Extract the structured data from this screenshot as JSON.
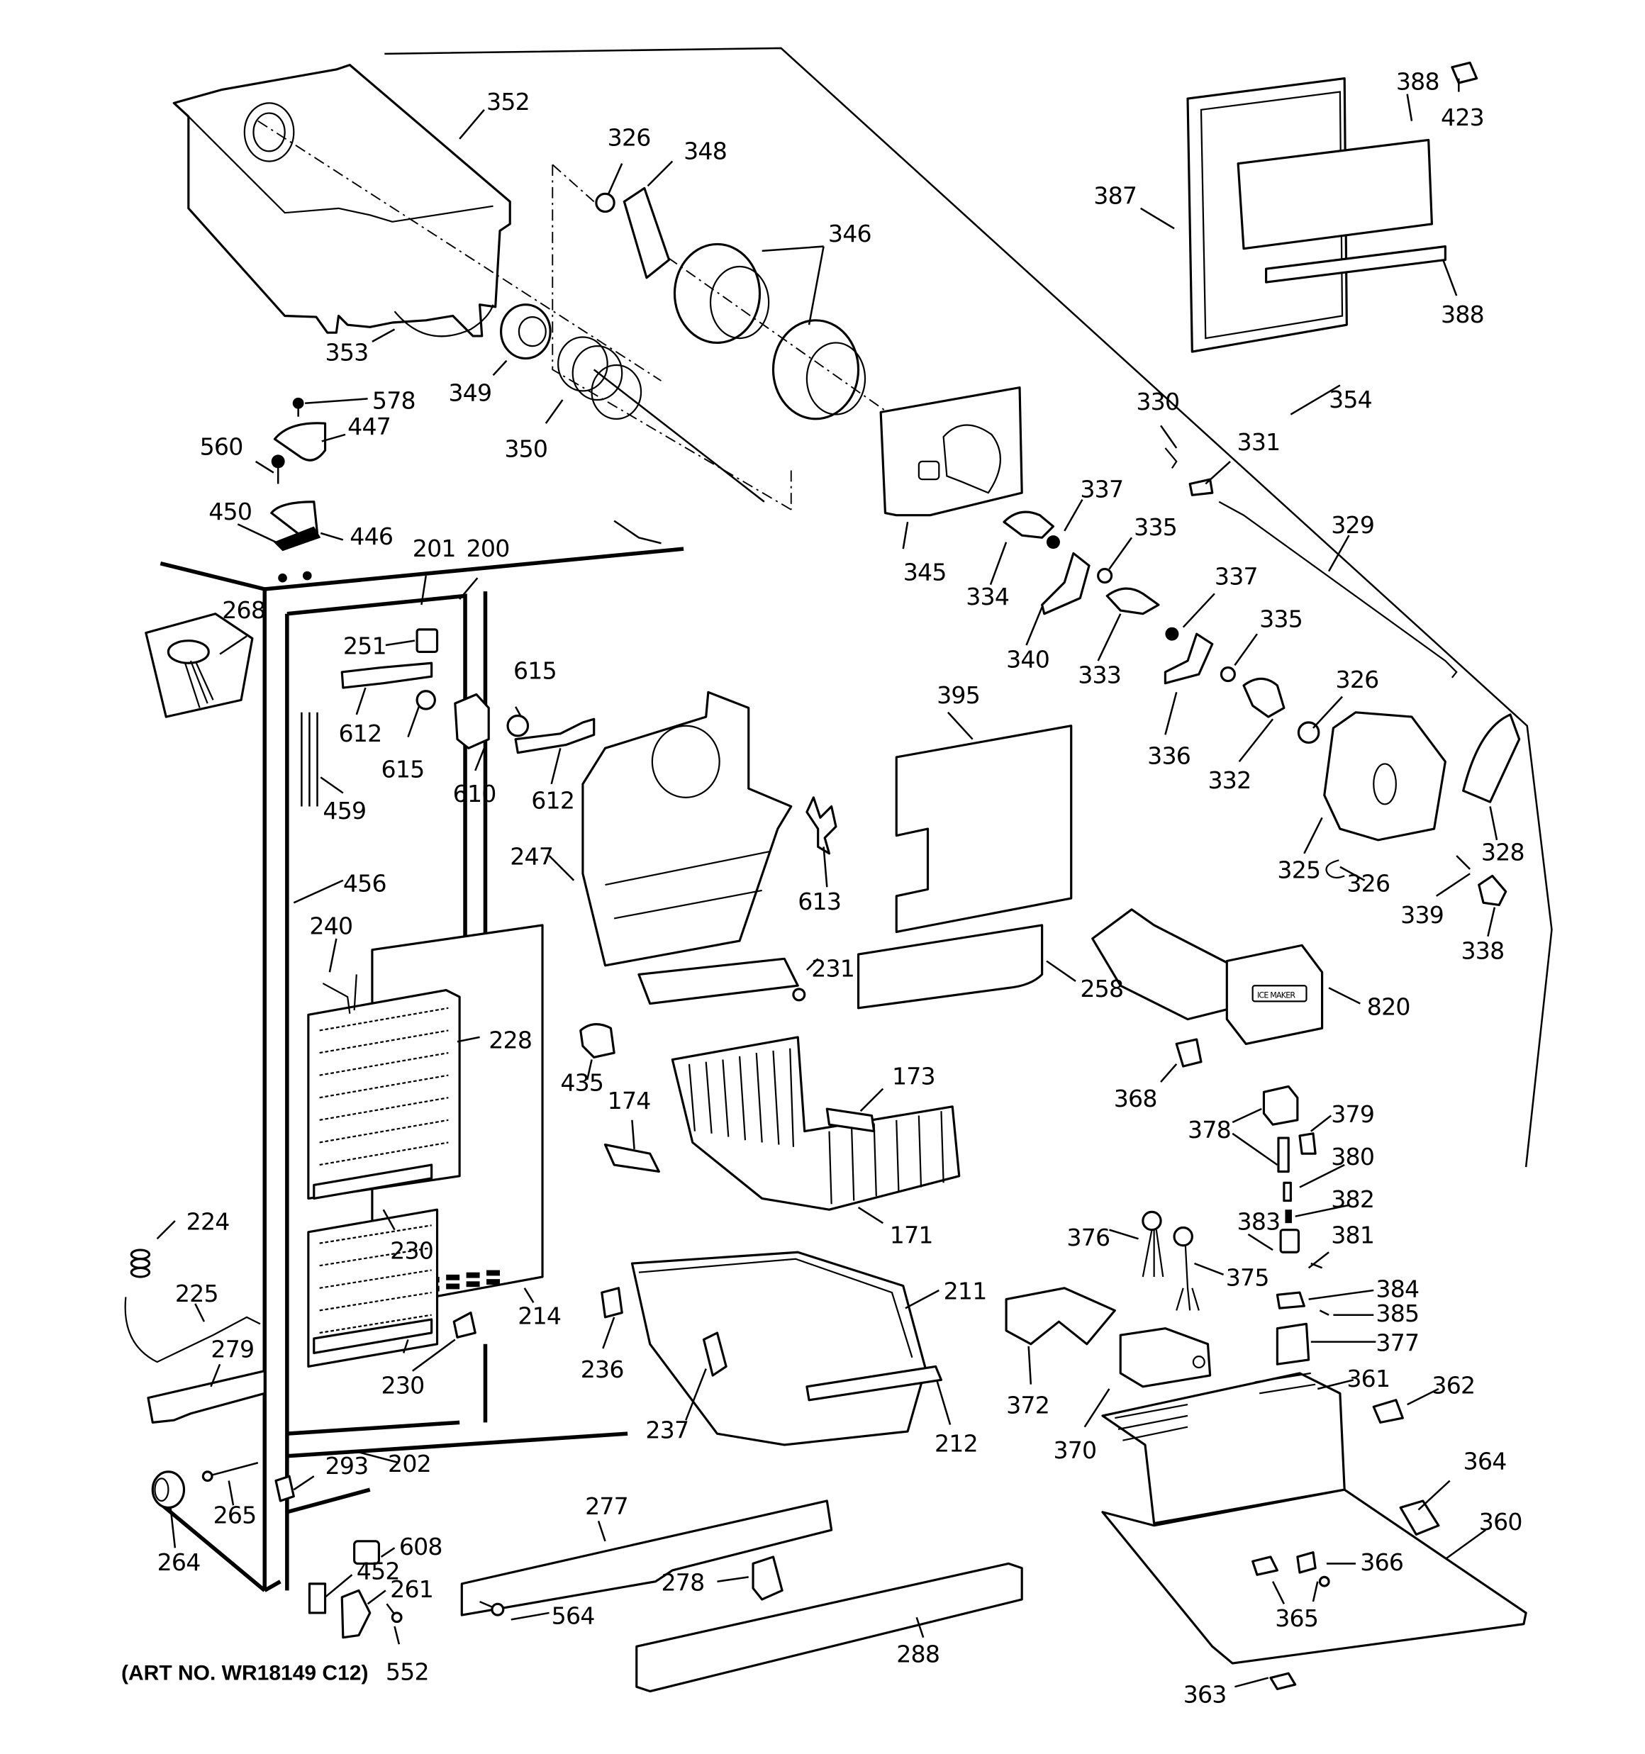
{
  "diagram": {
    "title": "Refrigerator freezer section exploded parts diagram",
    "art_number": "(ART NO. WR18149 C12)",
    "ice_maker_label": "ICE MAKER",
    "callouts": {
      "c352": "352",
      "c353": "353",
      "c349": "349",
      "c350": "350",
      "c326a": "326",
      "c348": "348",
      "c346": "346",
      "c345": "345",
      "c578": "578",
      "c447": "447",
      "c560": "560",
      "c450": "450",
      "c446": "446",
      "c201": "201",
      "c200": "200",
      "c268": "268",
      "c251": "251",
      "c612a": "612",
      "c615a": "615",
      "c615b": "615",
      "c610": "610",
      "c612b": "612",
      "c459": "459",
      "c456": "456",
      "c247": "247",
      "c613": "613",
      "c240": "240",
      "c228": "228",
      "c231": "231",
      "c435": "435",
      "c174": "174",
      "c173": "173",
      "c171": "171",
      "c230a": "230",
      "c230b": "230",
      "c214": "214",
      "c224": "224",
      "c225": "225",
      "c279": "279",
      "c211": "211",
      "c236": "236",
      "c237": "237",
      "c212": "212",
      "c202": "202",
      "c293": "293",
      "c265": "265",
      "c264": "264",
      "c608": "608",
      "c452": "452",
      "c261": "261",
      "c552": "552",
      "c277": "277",
      "c278": "278",
      "c564": "564",
      "c288": "288",
      "c387": "387",
      "c388a": "388",
      "c423": "423",
      "c388b": "388",
      "c354": "354",
      "c330": "330",
      "c331": "331",
      "c329": "329",
      "c337a": "337",
      "c335a": "335",
      "c334": "334",
      "c340": "340",
      "c333": "333",
      "c337b": "337",
      "c335b": "335",
      "c336": "336",
      "c332": "332",
      "c326b": "326",
      "c325": "325",
      "c326c": "326",
      "c328": "328",
      "c339": "339",
      "c338": "338",
      "c395": "395",
      "c258": "258",
      "c820": "820",
      "c368": "368",
      "c378": "378",
      "c379": "379",
      "c380": "380",
      "c382": "382",
      "c381": "381",
      "c383": "383",
      "c376": "376",
      "c375": "375",
      "c384": "384",
      "c385": "385",
      "c377": "377",
      "c372": "372",
      "c370": "370",
      "c361": "361",
      "c362": "362",
      "c364": "364",
      "c360": "360",
      "c366": "366",
      "c365": "365",
      "c363": "363"
    }
  }
}
